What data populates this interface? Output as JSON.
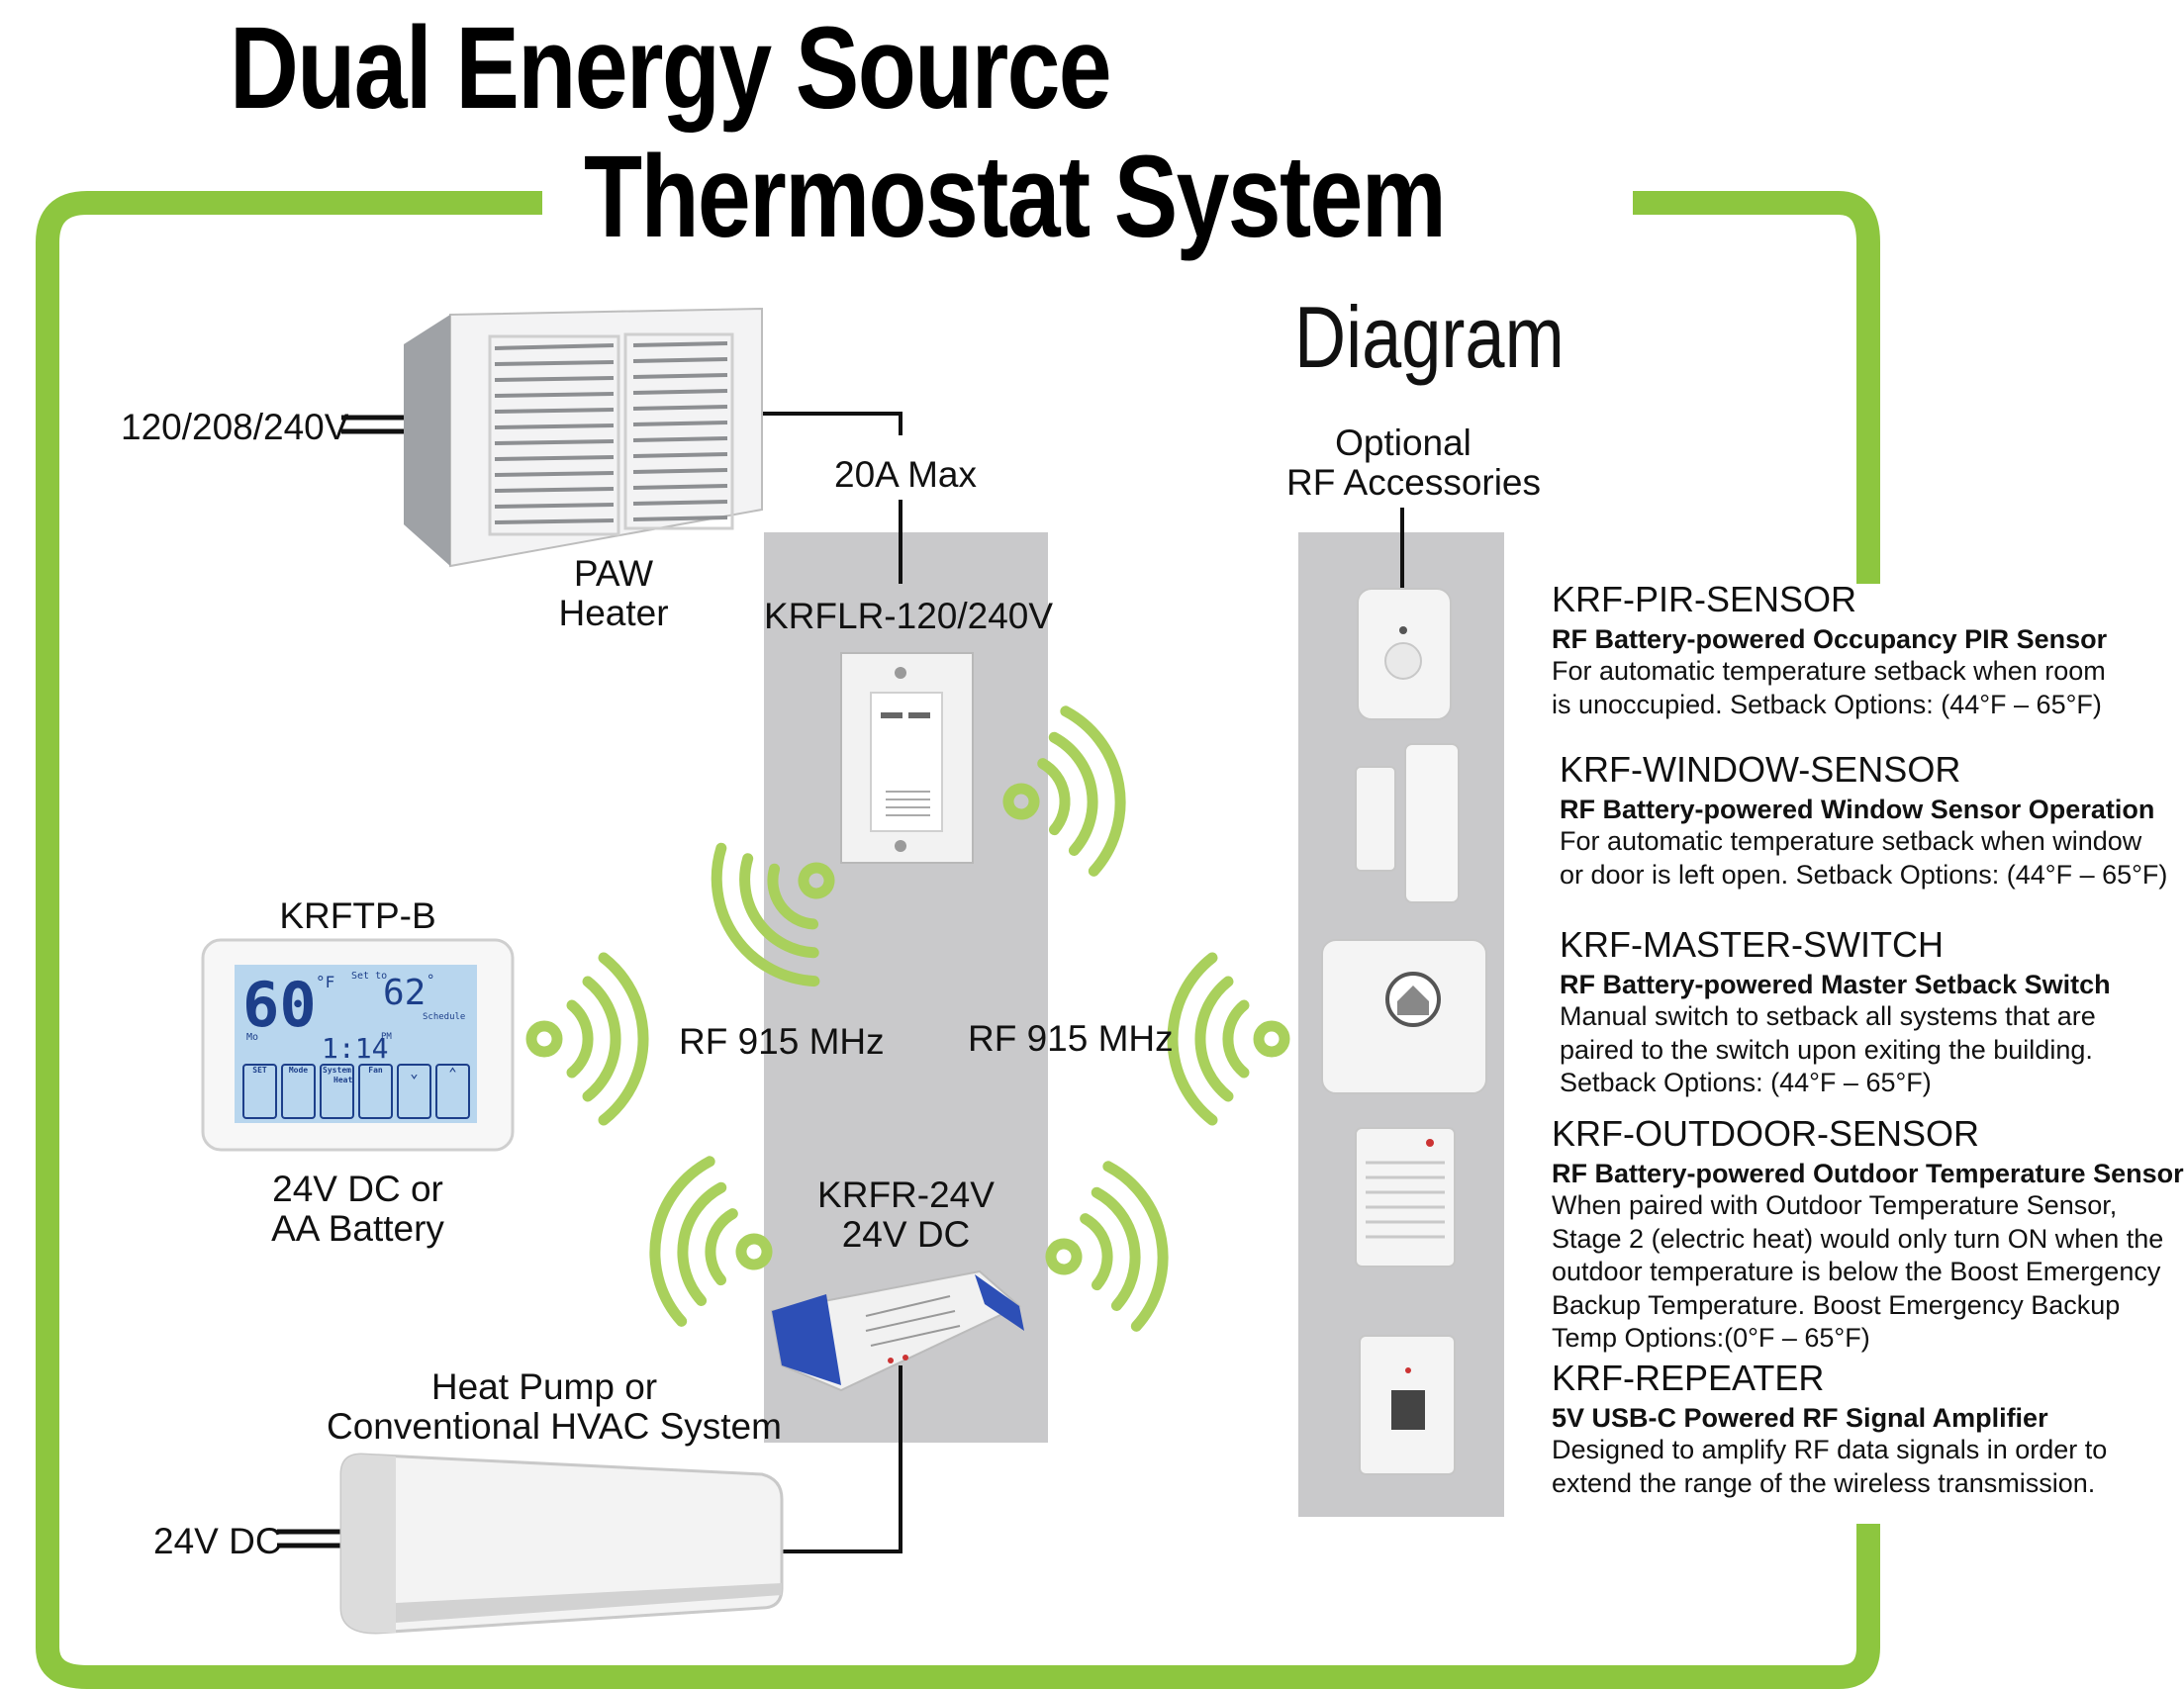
{
  "title": {
    "line1": "Dual Energy Source",
    "line2": "Thermostat System",
    "line3": "Diagram"
  },
  "colors": {
    "frame_green": "#8dc63f",
    "signal_green": "#a9d05c",
    "panel_gray": "#c9c9cb",
    "wire_black": "#111111"
  },
  "heater": {
    "voltage": "120/208/240V",
    "breaker": "20A Max",
    "name_line1": "PAW",
    "name_line2": "Heater",
    "icon": "wall-heater-icon"
  },
  "receiver_line": {
    "model": "KRFLR-120/240V",
    "icon": "line-voltage-receiver-icon"
  },
  "thermostat": {
    "model": "KRFTP-B",
    "power_line1": "24V DC or",
    "power_line2": "AA Battery",
    "display_temp": "60",
    "display_unit": "°F",
    "setpoint_label": "Set to",
    "setpoint": "62",
    "setpoint_unit": "°",
    "day": "Mo",
    "time": "1:14",
    "ampm": "PM",
    "schedule": "Schedule",
    "buttons": [
      "SET",
      "Mode",
      "System",
      "Fan"
    ],
    "heat_label": "Heat",
    "icon": "touchscreen-thermostat-icon"
  },
  "rf_left": "RF 915 MHz",
  "rf_right": "RF 915 MHz",
  "receiver_lowv": {
    "model": "KRFR-24V",
    "power": "24V DC",
    "icon": "low-voltage-receiver-icon"
  },
  "hvac": {
    "name_line1": "Heat Pump or",
    "name_line2": "Conventional HVAC System",
    "voltage": "24V DC",
    "icon": "mini-split-unit-icon"
  },
  "accessories": {
    "header_line1": "Optional",
    "header_line2": "RF Accessories",
    "items": [
      {
        "model": "KRF-PIR-SENSOR",
        "subtitle": "RF Battery-powered Occupancy PIR Sensor",
        "desc": [
          "For automatic temperature setback when room",
          "is unoccupied. Setback Options: (44°F – 65°F)"
        ],
        "icon": "pir-sensor-icon"
      },
      {
        "model": "KRF-WINDOW-SENSOR",
        "subtitle": "RF Battery-powered Window Sensor Operation",
        "desc": [
          "For automatic temperature setback when window",
          "or door is left open. Setback Options: (44°F – 65°F)"
        ],
        "icon": "window-sensor-icon"
      },
      {
        "model": "KRF-MASTER-SWITCH",
        "subtitle": "RF Battery-powered Master Setback Switch",
        "desc": [
          "Manual switch to setback all systems that are",
          "paired to the switch upon exiting the building.",
          "Setback Options: (44°F – 65°F)"
        ],
        "icon": "master-switch-icon"
      },
      {
        "model": "KRF-OUTDOOR-SENSOR",
        "subtitle": "RF Battery-powered Outdoor Temperature Sensor",
        "desc": [
          "When paired with Outdoor Temperature Sensor,",
          "Stage 2 (electric heat) would only turn ON when the",
          "outdoor temperature is below the Boost Emergency",
          "Backup Temperature. Boost Emergency Backup",
          "Temp Options:(0°F – 65°F)"
        ],
        "icon": "outdoor-sensor-icon"
      },
      {
        "model": "KRF-REPEATER",
        "subtitle": "5V USB-C Powered RF Signal Amplifier",
        "desc": [
          "Designed to amplify RF data signals in order to",
          "extend the range of the wireless transmission."
        ],
        "icon": "repeater-icon"
      }
    ]
  }
}
